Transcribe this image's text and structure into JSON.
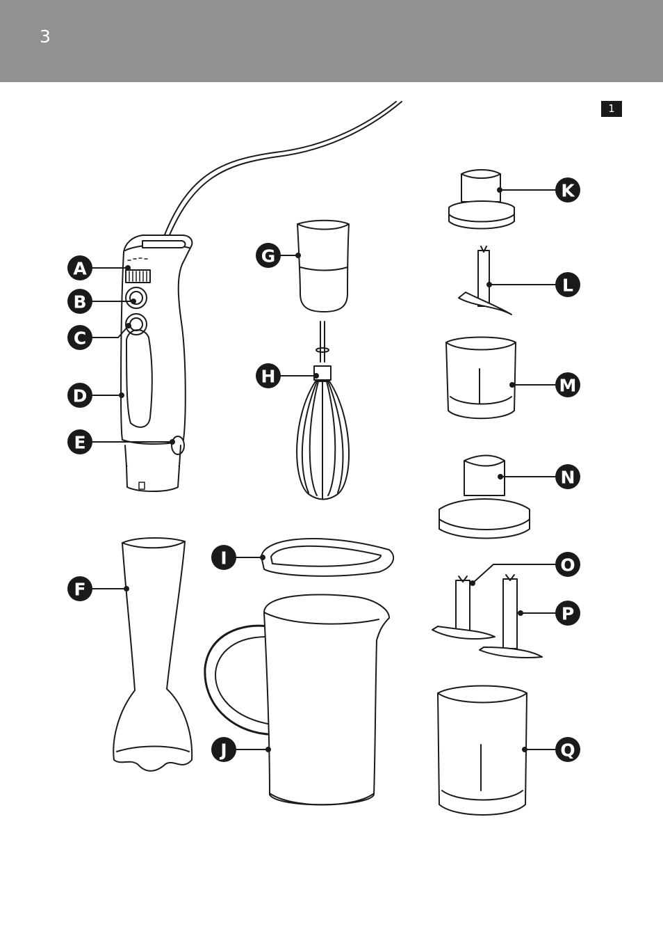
{
  "page_number": "3",
  "figure_number": "1",
  "labels": {
    "A": "A",
    "B": "B",
    "C": "C",
    "D": "D",
    "E": "E",
    "F": "F",
    "G": "G",
    "H": "H",
    "I": "I",
    "J": "J",
    "K": "K",
    "L": "L",
    "M": "M",
    "N": "N",
    "O": "O",
    "P": "P",
    "Q": "Q"
  },
  "colors": {
    "header": "#919191",
    "ink": "#1a1a1a",
    "paper": "#ffffff"
  }
}
